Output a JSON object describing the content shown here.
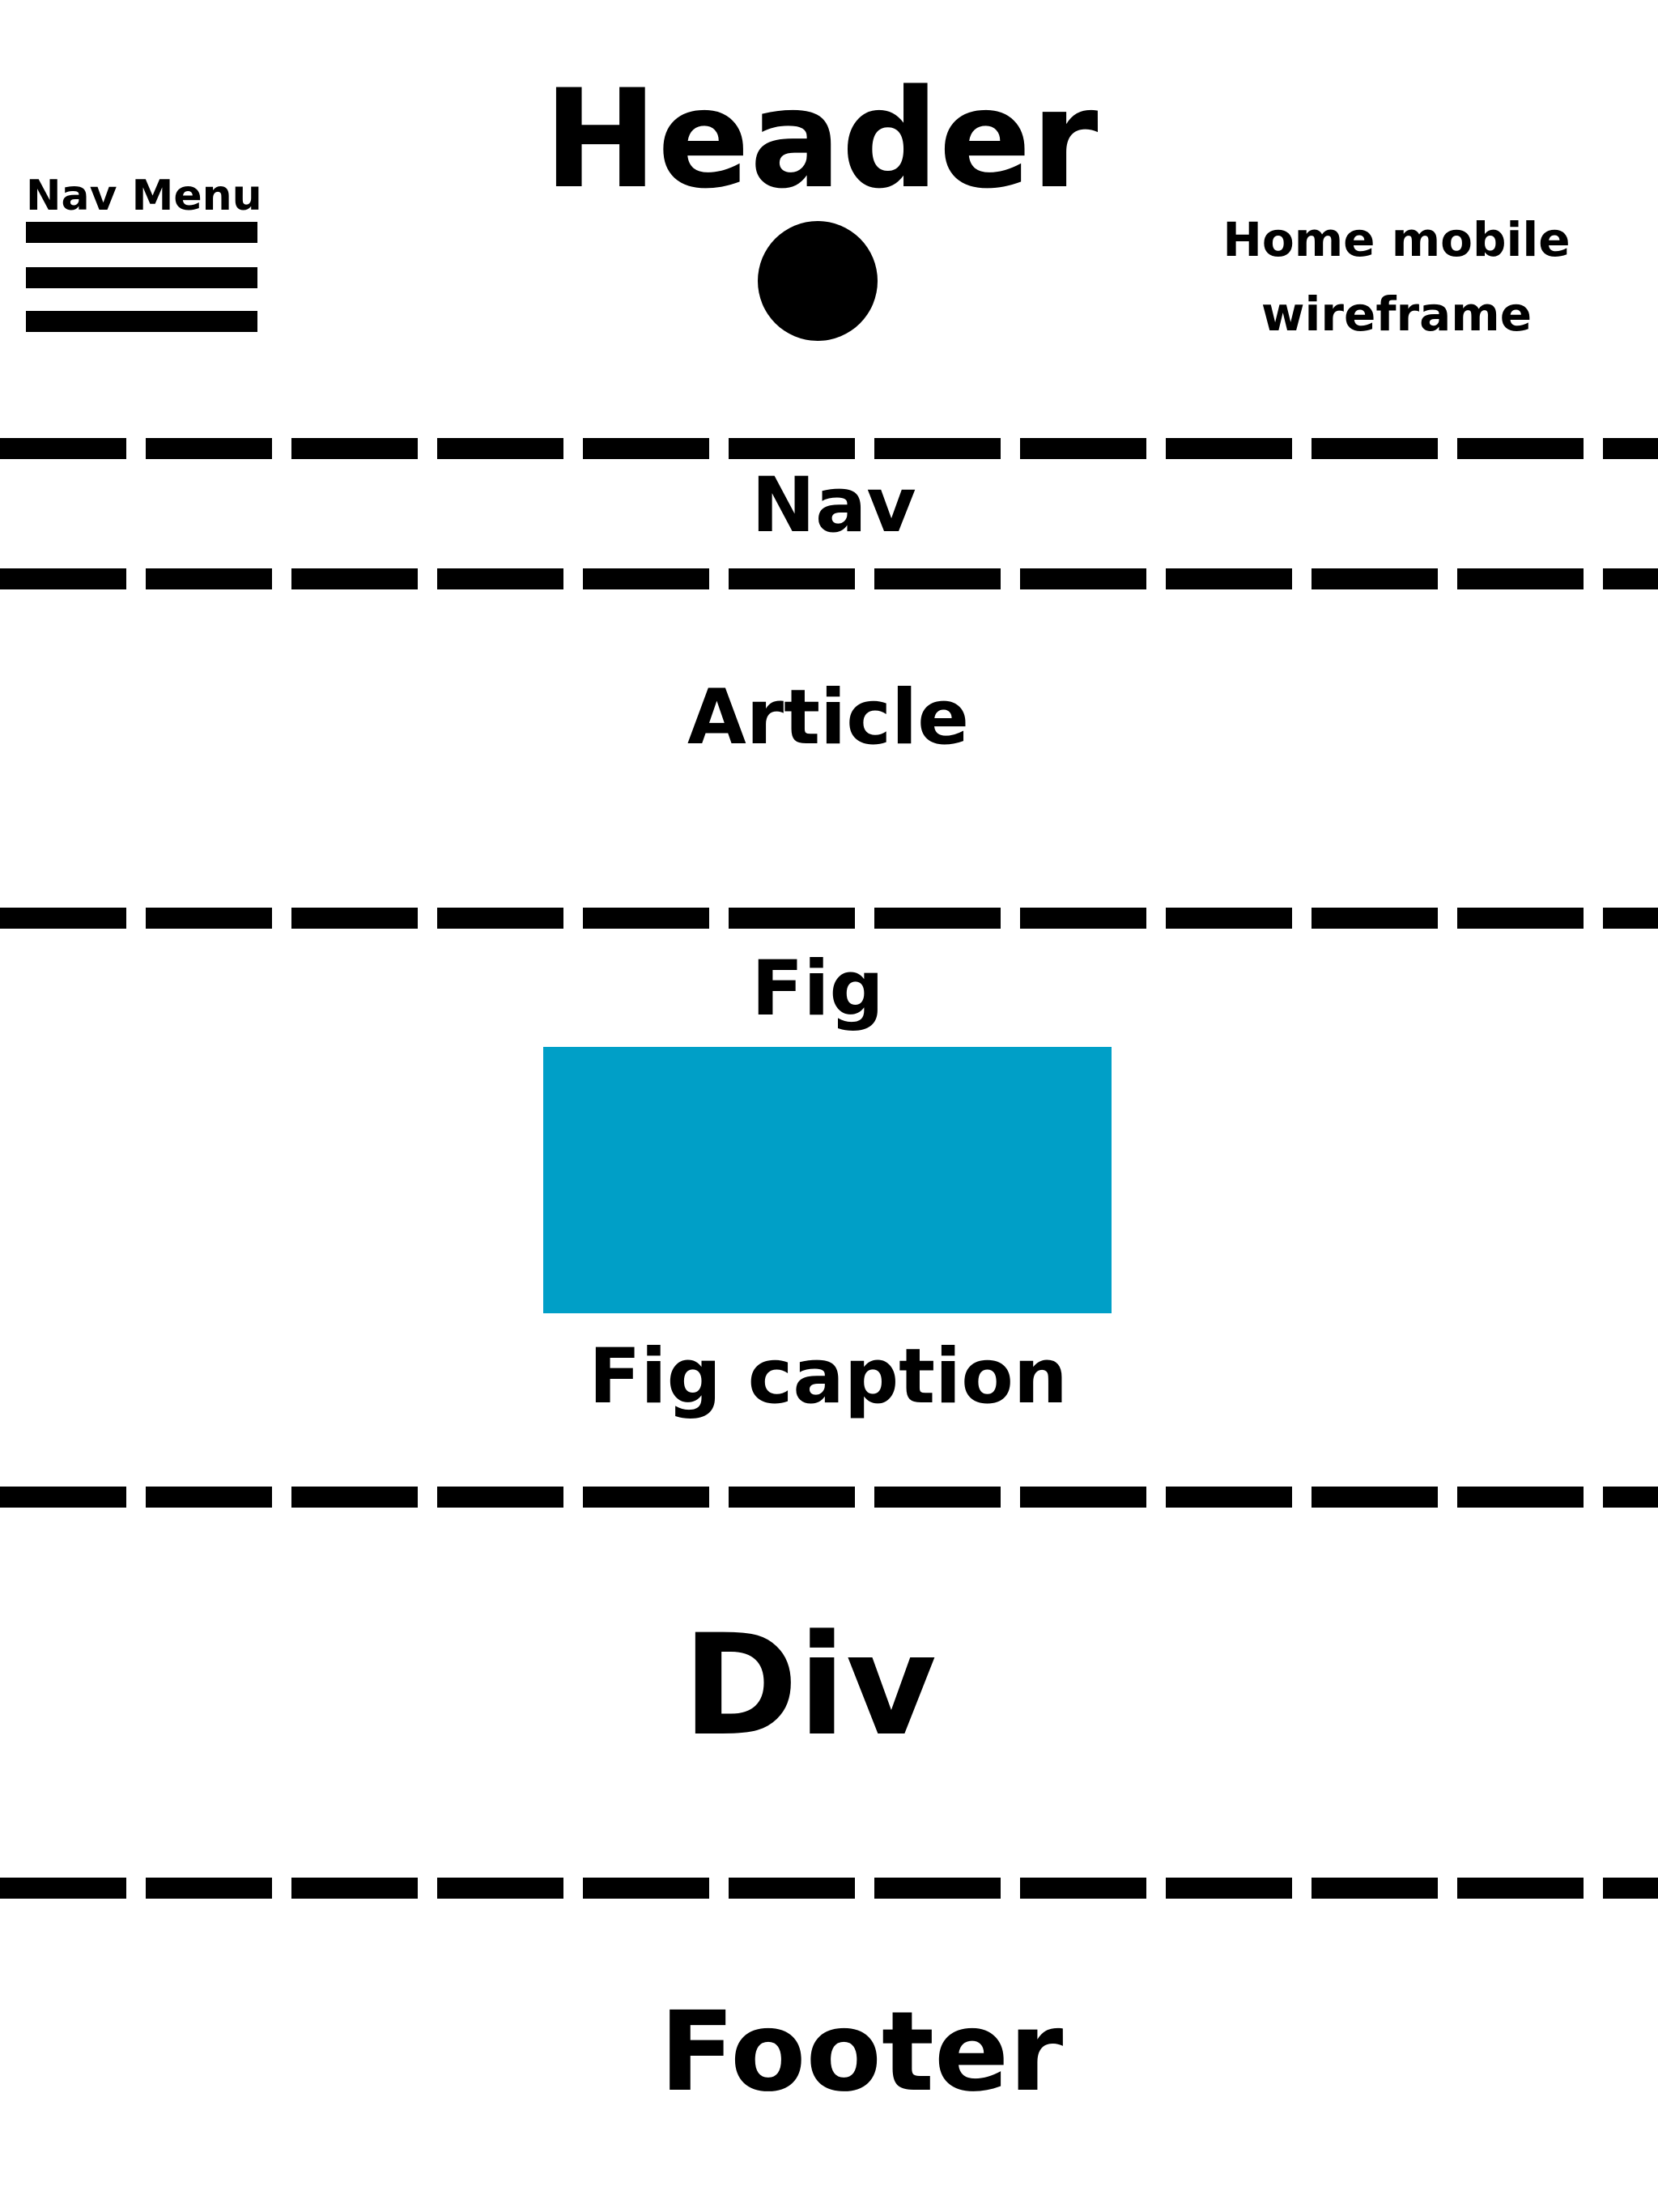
{
  "header": {
    "title": "Header",
    "nav_menu_label": "Nav Menu",
    "page_label": "Home mobile wireframe"
  },
  "sections": {
    "nav": "Nav",
    "article": "Article",
    "fig": "Fig",
    "fig_caption": "Fig caption",
    "div": "Div",
    "footer": "Footer"
  },
  "colors": {
    "figure_fill": "#009FC7",
    "ink": "#000000"
  },
  "icons": {
    "menu": "hamburger-icon",
    "logo": "circle-logo-icon"
  }
}
